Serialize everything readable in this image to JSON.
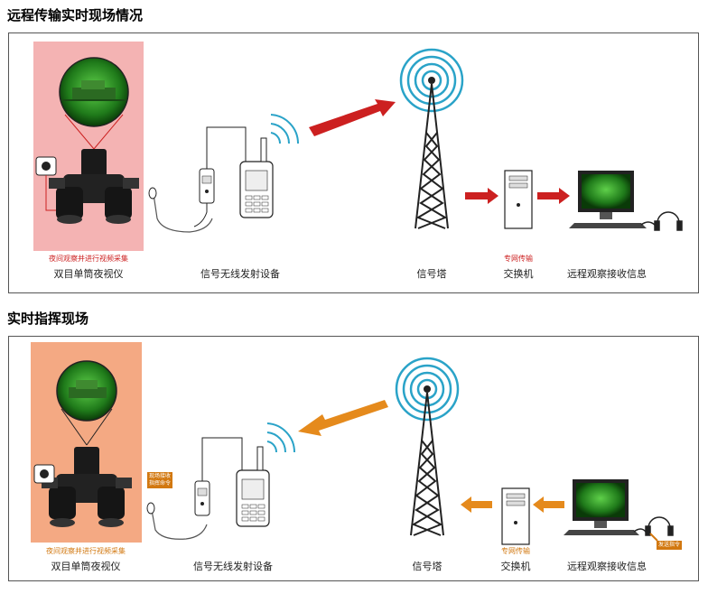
{
  "section1": {
    "title": "远程传输实时现场情况",
    "labels": {
      "binocular": "双目单筒夜视仪",
      "transmitter": "信号无线发射设备",
      "tower": "信号塔",
      "switch": "交换机",
      "receiver": "远程观察接收信息"
    },
    "sublabels": {
      "capture": "夜间观察并进行视频采集",
      "dedicated": "专网传输"
    },
    "colors": {
      "highlight": "#f4b3b3",
      "arrow": "#cc2020"
    }
  },
  "section2": {
    "title": "实时指挥现场",
    "labels": {
      "binocular": "双目单筒夜视仪",
      "transmitter": "信号无线发射设备",
      "tower": "信号塔",
      "switch": "交换机",
      "receiver": "远程观察接收信息"
    },
    "sublabels": {
      "capture": "夜间观察并进行视频采集",
      "dedicated": "专网传输"
    },
    "callouts": {
      "receive_line1": "现场接收",
      "receive_line2": "指挥命令",
      "send": "发送指令"
    },
    "colors": {
      "highlight": "#f4a983",
      "arrow": "#e58a1c"
    }
  }
}
